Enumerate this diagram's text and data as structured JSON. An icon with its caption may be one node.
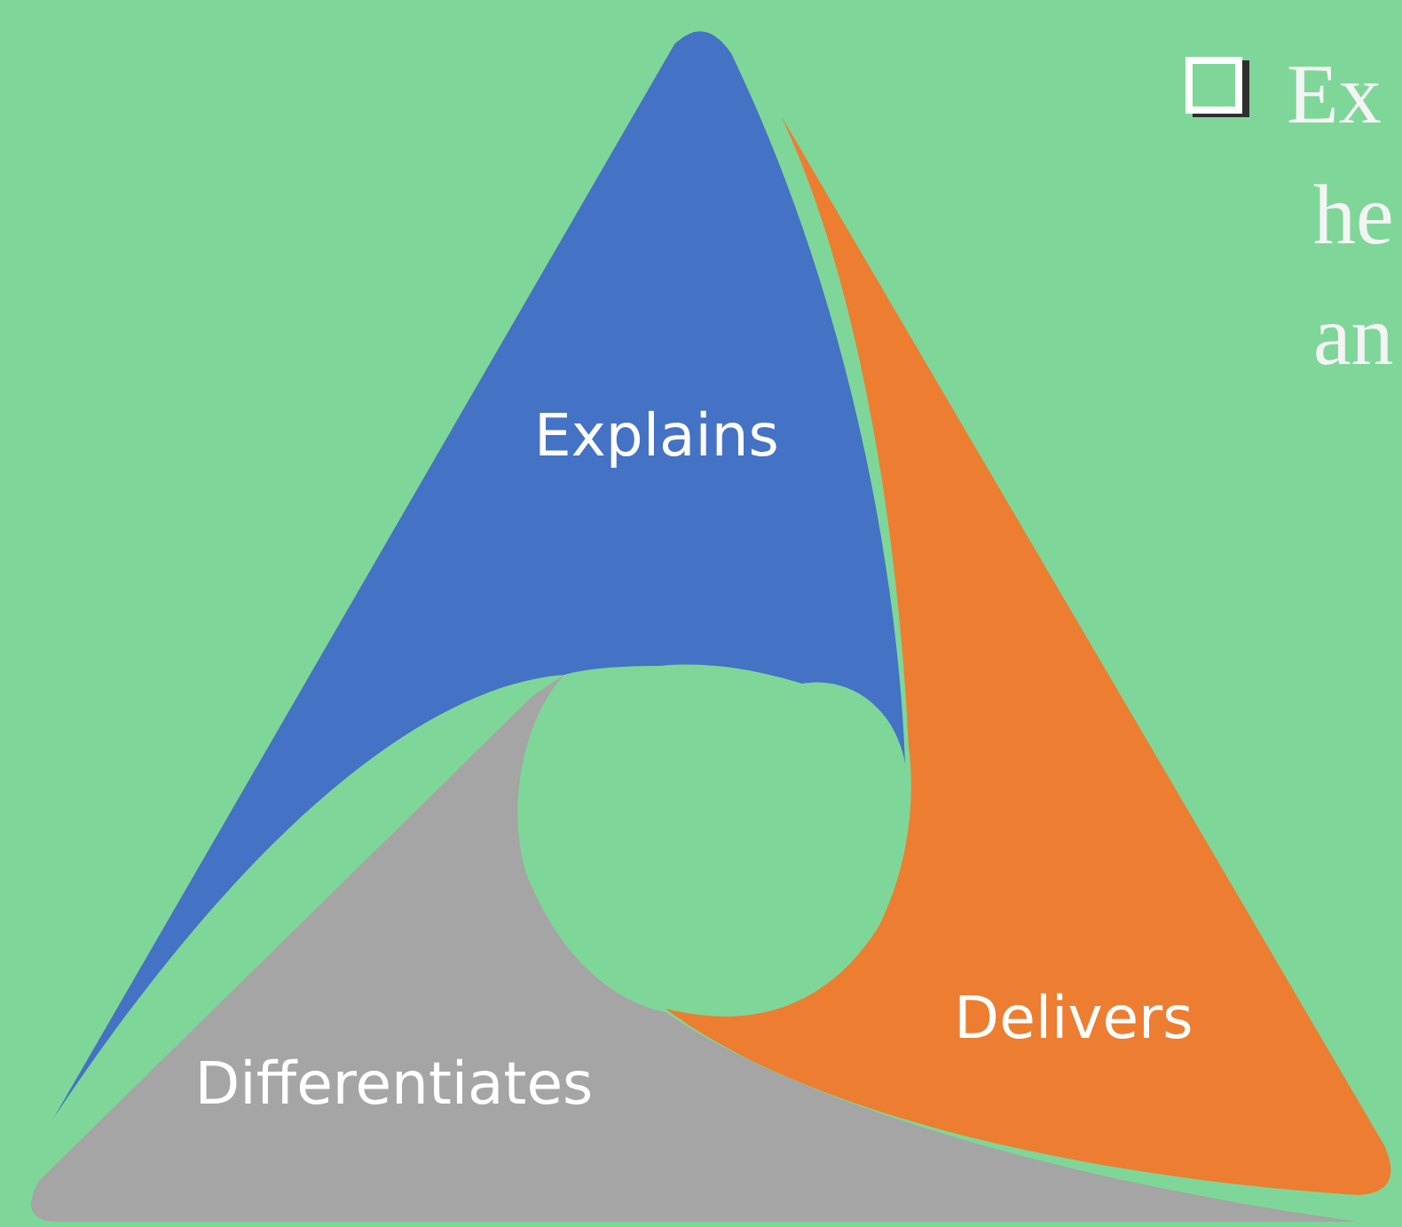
{
  "diagram": {
    "nodes": [
      {
        "text": [
          "Explains"
        ]
      },
      {
        "text": [
          "Delivers"
        ]
      },
      {
        "text": [
          "Differentiates"
        ]
      }
    ],
    "labels": [
      "Ex he an"
    ]
  }
}
